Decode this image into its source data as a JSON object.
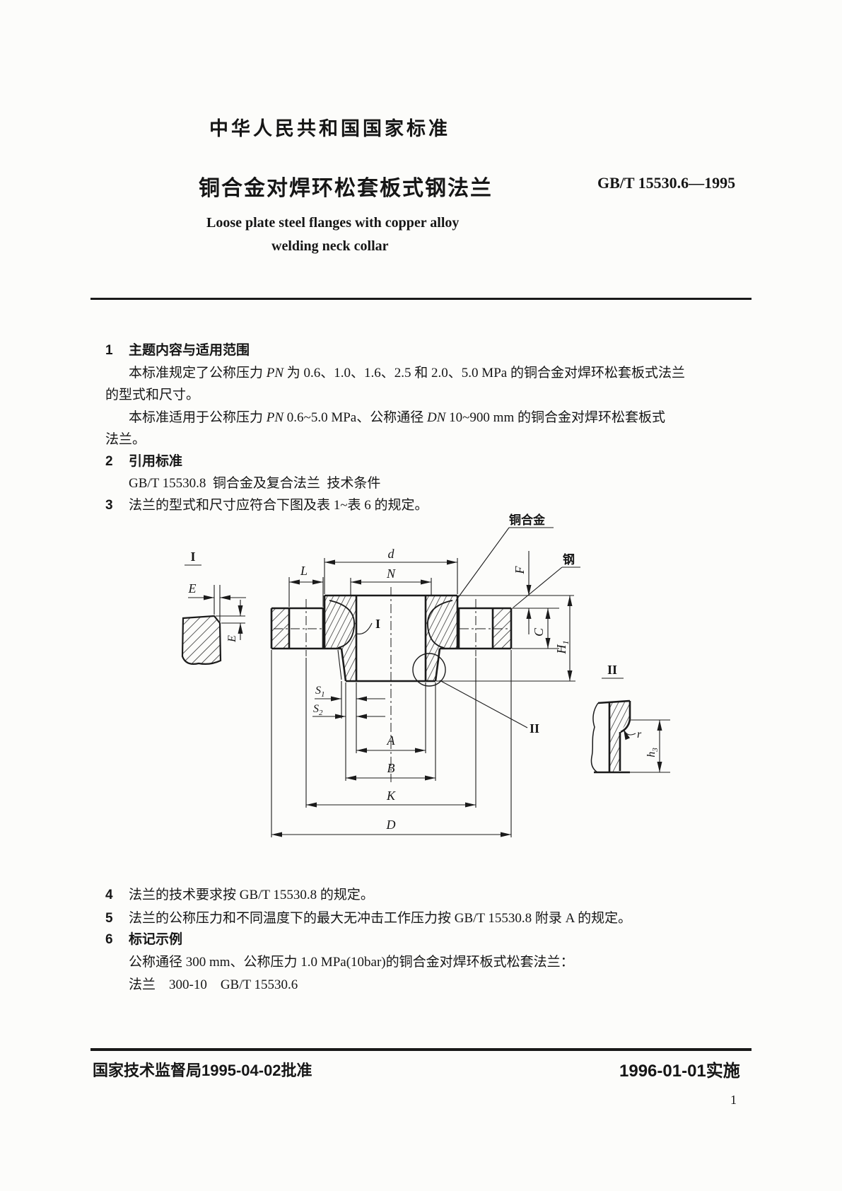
{
  "header": {
    "standard_label": "中华人民共和国国家标准",
    "title_cn": "铜合金对焊环松套板式钢法兰",
    "standard_code": "GB/T 15530.6—1995",
    "title_en_line1": "Loose plate steel flanges with copper alloy",
    "title_en_line2": "welding neck collar"
  },
  "sections": {
    "s1": {
      "num": "1",
      "heading": "主题内容与适用范围",
      "p1a_1": "本标准规定了公称压力 ",
      "p1a_pn": "PN",
      "p1a_2": " 为 0.6、1.0、1.6、2.5 和 2.0、5.0 MPa 的铜合金对焊环松套板式法兰",
      "p1b": "的型式和尺寸。",
      "p2a_1": "本标准适用于公称压力 ",
      "p2a_pn": "PN",
      "p2a_2": " 0.6~5.0 MPa、公称通径 ",
      "p2a_dn": "DN",
      "p2a_3": " 10~900 mm 的铜合金对焊环松套板式",
      "p2b": "法兰。"
    },
    "s2": {
      "num": "2",
      "heading": "引用标准",
      "ref": "GB/T 15530.8  铜合金及复合法兰  技术条件"
    },
    "s3": {
      "num": "3",
      "text": "法兰的型式和尺寸应符合下图及表 1~表 6 的规定。"
    },
    "s4": {
      "num": "4",
      "text": "法兰的技术要求按 GB/T 15530.8 的规定。"
    },
    "s5": {
      "num": "5",
      "text": "法兰的公称压力和不同温度下的最大无冲击工作压力按 GB/T 15530.8 附录 A 的规定。"
    },
    "s6": {
      "num": "6",
      "heading": "标记示例",
      "p1": "公称通径 300 mm、公称压力 1.0 MPa(10bar)的铜合金对焊环板式松套法兰：",
      "p2": "法兰　300-10　GB/T 15530.6"
    }
  },
  "diagram": {
    "material_copper": "铜合金",
    "material_steel": "钢",
    "detail1": "I",
    "detail2": "II",
    "dims": {
      "d": "d",
      "N": "N",
      "L": "L",
      "E": "E",
      "F": "F",
      "C": "C",
      "H": "H",
      "H_sub": "1",
      "S": "S",
      "S1_sub": "1",
      "S2_sub": "2",
      "A": "A",
      "B": "B",
      "K": "K",
      "D": "D",
      "r": "r",
      "h": "h",
      "h_sub": "3"
    }
  },
  "footer": {
    "approved": "国家技术监督局1995-04-02批准",
    "implemented": "1996-01-01实施",
    "page_number": "1"
  }
}
